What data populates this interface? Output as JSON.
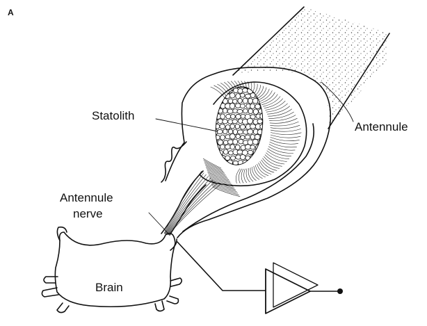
{
  "figure": {
    "panel_label": "A",
    "labels": {
      "statolith": "Statolith",
      "antennule": "Antennule",
      "antennule_nerve_line1": "Antennule",
      "antennule_nerve_line2": "nerve",
      "brain": "Brain"
    }
  }
}
